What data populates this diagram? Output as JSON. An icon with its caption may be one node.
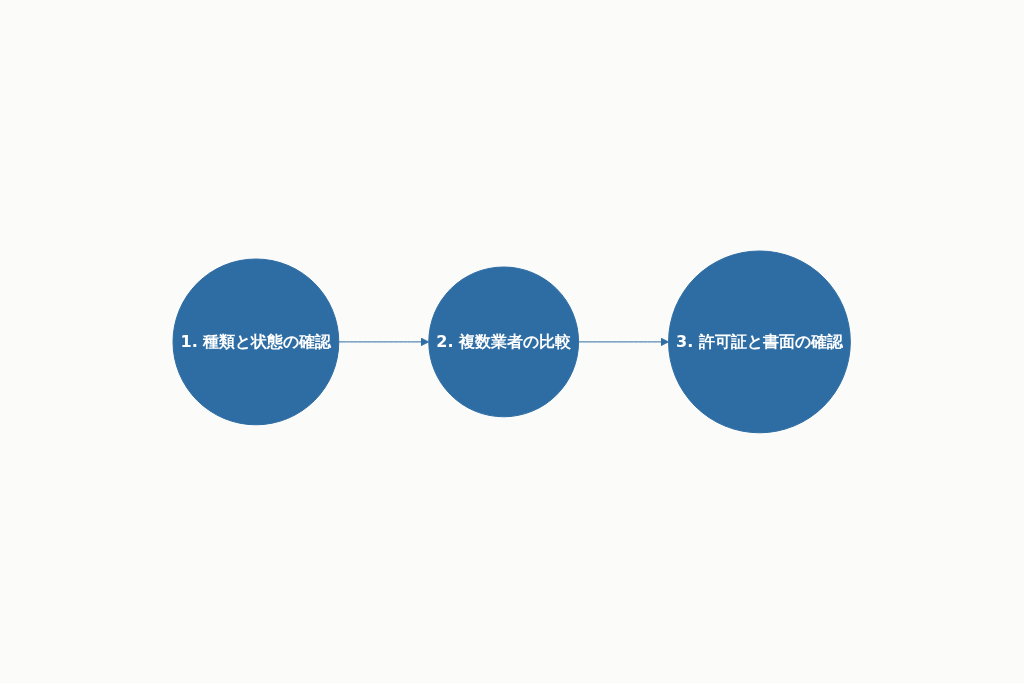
{
  "diagram": {
    "nodes": [
      {
        "text": [
          "1. 種類と状態の確認"
        ]
      },
      {
        "text": [
          "2. 複数業者の比較"
        ]
      },
      {
        "text": [
          "3. 許可証と書面の確認"
        ]
      }
    ],
    "edges": [
      {
        "from": 0,
        "to": 1,
        "arrow": "to"
      },
      {
        "from": 1,
        "to": 2,
        "arrow": "to"
      }
    ]
  }
}
